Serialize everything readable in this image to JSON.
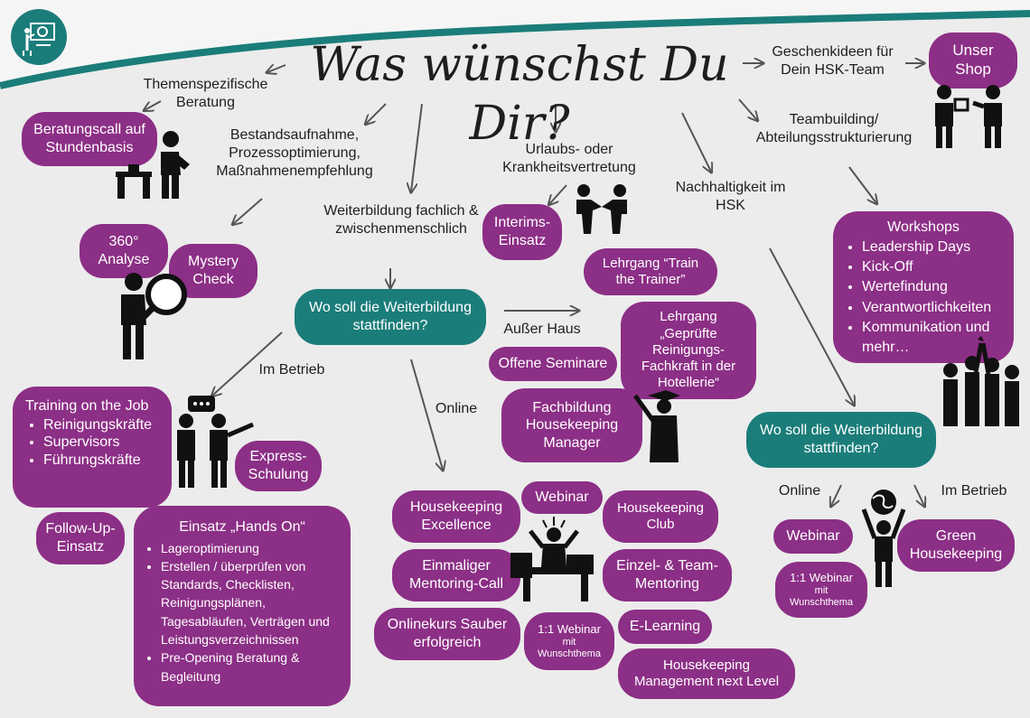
{
  "title": "Was wünschst Du Dir?",
  "labels": {
    "themen": "Themenspezifische Beratung",
    "bestand": "Bestandsaufnahme, Prozessoptimierung, Maßnahmenempfehlung",
    "weiterbildung": "Weiterbildung fachlich & zwischenmenschlich",
    "urlaub": "Urlaubs- oder Krankheitsvertretung",
    "nachhaltig": "Nachhaltigkeit im HSK",
    "geschenk": "Geschenkideen für Dein HSK-Team",
    "teambuilding": "Teambuilding/ Abteilungsstrukturierung",
    "im_betrieb_1": "Im Betrieb",
    "online_1": "Online",
    "ausser_haus": "Außer Haus",
    "online_2": "Online",
    "im_betrieb_2": "Im Betrieb"
  },
  "boxes": {
    "unser_shop": "Unser Shop",
    "beratungscall": "Beratungscall auf Stundenbasis",
    "analyse": "360° Analyse",
    "mystery": "Mystery Check",
    "interims": "Interims-Einsatz",
    "lehrgang_trainer": "Lehrgang “Train the Trainer”",
    "lehrgang_gepruefte": "Lehrgang „Geprüfte Reinigungs-Fachkraft in der Hotellerie“",
    "weiterbildung_q1": "Wo soll die Weiterbildung stattfinden?",
    "weiterbildung_q2": "Wo soll die Weiterbildung stattfinden?",
    "offene_seminare": "Offene Seminare",
    "fachbildung": "Fachbildung Housekeeping Manager",
    "express": "Express-Schulung",
    "follow_up": "Follow-Up-Einsatz",
    "hk_excellence": "Housekeeping Excellence",
    "webinar_1": "Webinar",
    "hk_club": "Housekeeping Club",
    "mentoring_call": "Einmaliger Mentoring-Call",
    "einzel_team": "Einzel- & Team-Mentoring",
    "onlinekurs": "Onlinekurs Sauber erfolgreich",
    "webinar_11_a_main": "1:1 Webinar",
    "webinar_11_a_sub": "mit Wunschthema",
    "elearning": "E-Learning",
    "hk_next": "Housekeeping Management next Level",
    "webinar_2": "Webinar",
    "green_hk": "Green Housekeeping",
    "webinar_11_b_main": "1:1 Webinar",
    "webinar_11_b_sub": "mit Wunschthema"
  },
  "training_job": {
    "heading": "Training on the Job",
    "items": [
      "Reinigungskräfte",
      "Supervisors",
      "Führungskräfte"
    ]
  },
  "hands_on": {
    "heading": "Einsatz „Hands On“",
    "items": [
      "Lageroptimierung",
      "Erstellen / überprüfen von Standards, Checklisten, Reinigungsplänen, Tagesabläufen, Verträgen und Leistungsverzeichnissen",
      "Pre-Opening Beratung & Begleitung"
    ]
  },
  "workshops": {
    "heading": "Workshops",
    "items": [
      "Leadership Days",
      "Kick-Off",
      "Wertefindung",
      "Verantwortlichkeiten",
      "Kommunikation und mehr…"
    ]
  },
  "colors": {
    "purple": "#8c2f86",
    "teal": "#1b7d7a",
    "background": "#ececec"
  },
  "icons": [
    "logo-icon",
    "consultant-desk-icon",
    "magnifier-person-icon",
    "handshake-icon",
    "gift-people-icon",
    "team-cheer-icon",
    "training-people-icon",
    "graduate-icon",
    "desk-worker-icon",
    "globe-person-icon"
  ]
}
